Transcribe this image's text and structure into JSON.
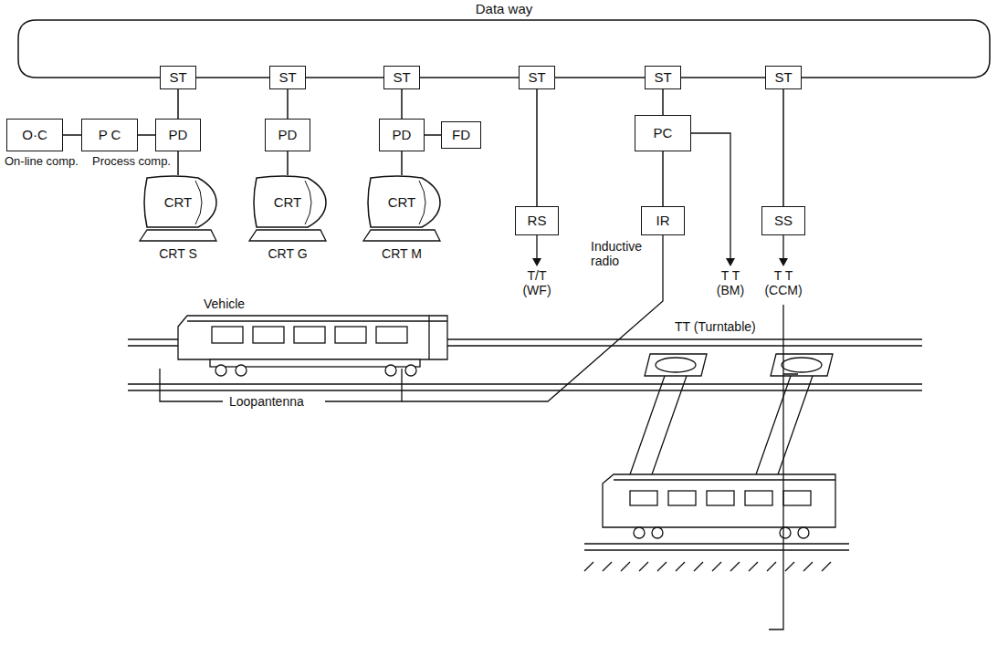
{
  "diagram": {
    "nodes": [
      {
        "text": [
          "ST"
        ]
      },
      {
        "text": [
          "ST"
        ]
      },
      {
        "text": [
          "ST"
        ]
      },
      {
        "text": [
          "ST"
        ]
      },
      {
        "text": [
          "ST"
        ]
      },
      {
        "text": [
          "ST"
        ]
      },
      {
        "text": [
          "O·C"
        ]
      },
      {
        "text": [
          "P C"
        ]
      },
      {
        "text": [
          "PD"
        ]
      },
      {
        "text": [
          "CRT"
        ]
      },
      {
        "text": [
          "PD"
        ]
      },
      {
        "text": [
          "CRT"
        ]
      },
      {
        "text": [
          "PD"
        ]
      },
      {
        "text": [
          "FD"
        ]
      },
      {
        "text": [
          "CRT"
        ]
      },
      {
        "text": [
          "RS"
        ]
      },
      {
        "text": [
          "PC"
        ]
      },
      {
        "text": [
          "IR"
        ]
      },
      {
        "text": [
          "SS"
        ]
      }
    ],
    "edges": [
      {
        "from": 0,
        "to": 1,
        "arrow": "none"
      },
      {
        "from": 1,
        "to": 2,
        "arrow": "none"
      },
      {
        "from": 2,
        "to": 3,
        "arrow": "none"
      },
      {
        "from": 3,
        "to": 4,
        "arrow": "none"
      },
      {
        "from": 4,
        "to": 5,
        "arrow": "none"
      },
      {
        "from": 5,
        "to": 0,
        "label": "Data way",
        "arrow": "none"
      },
      {
        "from": 0,
        "to": 8,
        "arrow": "none"
      },
      {
        "from": 8,
        "to": 7,
        "arrow": "none"
      },
      {
        "from": 7,
        "to": 6,
        "arrow": "none"
      },
      {
        "from": 8,
        "to": 9,
        "arrow": "none"
      },
      {
        "from": 1,
        "to": 10,
        "arrow": "none"
      },
      {
        "from": 10,
        "to": 11,
        "arrow": "none"
      },
      {
        "from": 2,
        "to": 12,
        "arrow": "none"
      },
      {
        "from": 12,
        "to": 13,
        "arrow": "none"
      },
      {
        "from": 12,
        "to": 14,
        "arrow": "none"
      },
      {
        "from": 3,
        "to": 15,
        "arrow": "none"
      },
      {
        "from": 4,
        "to": 16,
        "arrow": "none"
      },
      {
        "from": 16,
        "to": 17,
        "arrow": "none"
      },
      {
        "from": 5,
        "to": 18,
        "arrow": "none"
      }
    ],
    "labels": [
      "On-line comp.",
      "Process comp.",
      "CRT S",
      "CRT G",
      "CRT M",
      "T/T (WF)",
      "Inductive radio",
      "T T (BM)",
      "T T (CCM)",
      "Vehicle",
      "TT (Turntable)",
      "Loopantenna"
    ]
  }
}
